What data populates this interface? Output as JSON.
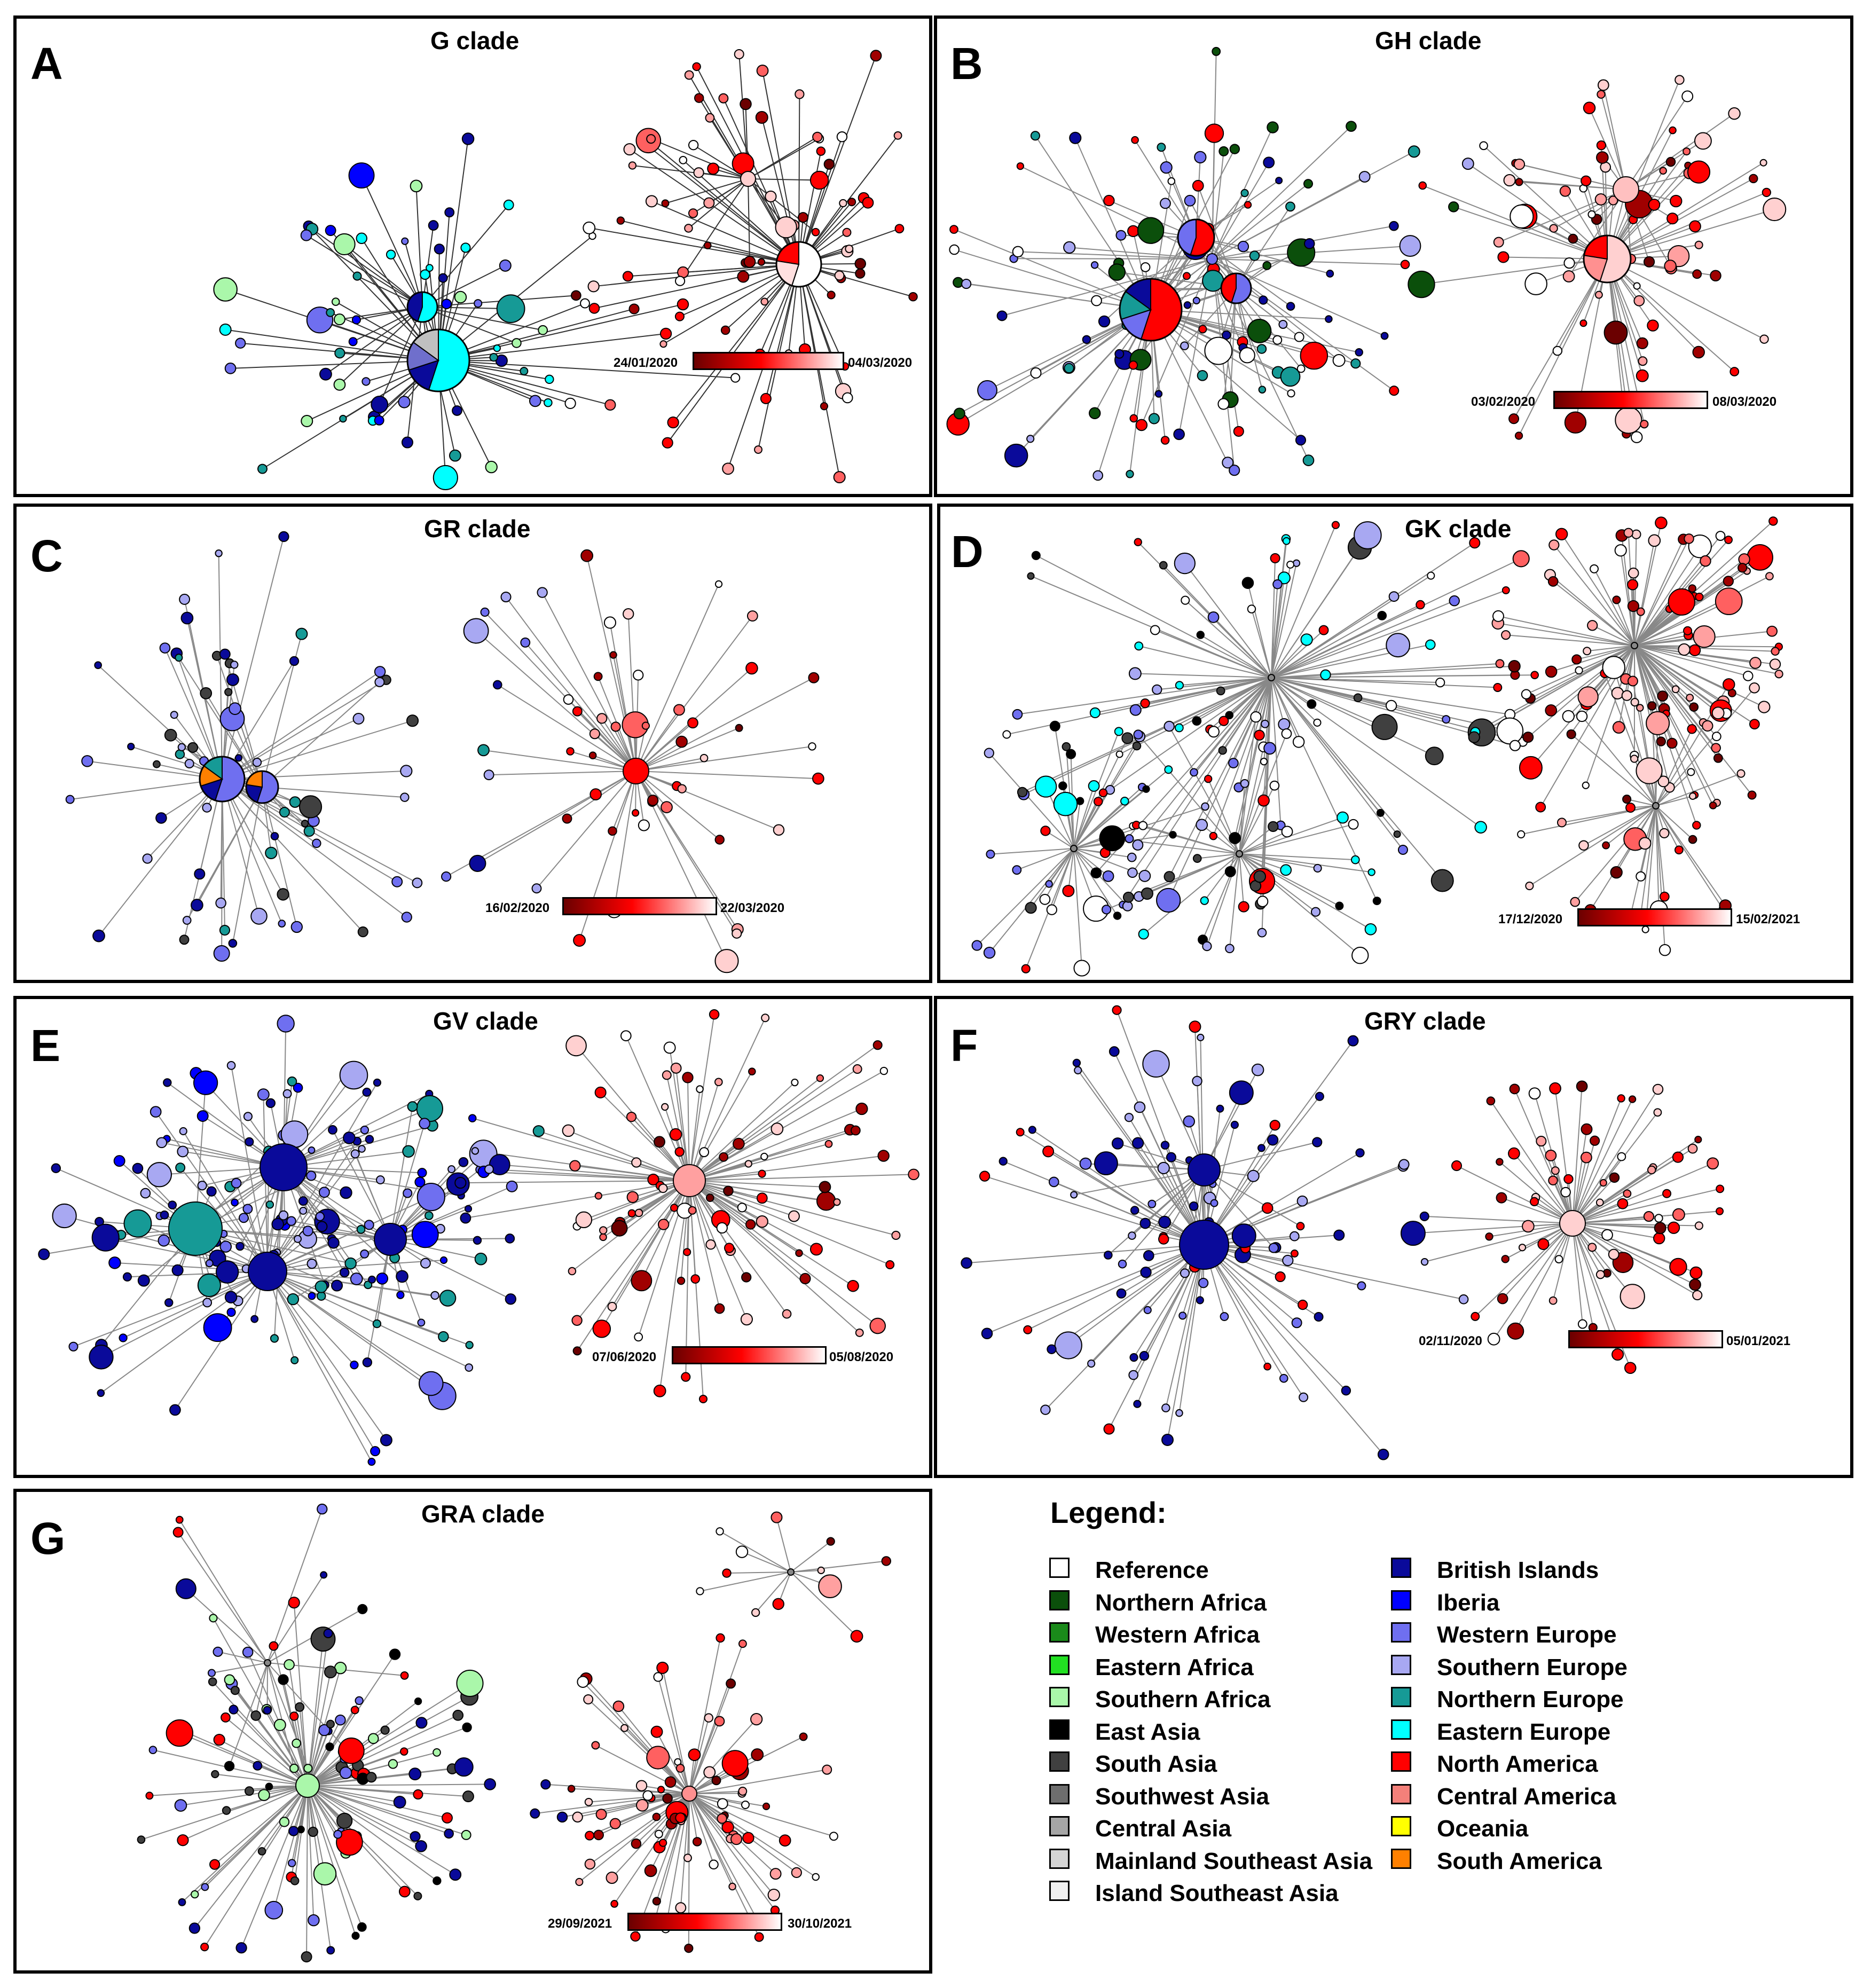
{
  "panels": [
    {
      "id": "A",
      "title": "G clade",
      "date_start": "24/01/2020",
      "date_end": "04/03/2020"
    },
    {
      "id": "B",
      "title": "GH clade",
      "date_start": "03/02/2020",
      "date_end": "08/03/2020"
    },
    {
      "id": "C",
      "title": "GR clade",
      "date_start": "16/02/2020",
      "date_end": "22/03/2020"
    },
    {
      "id": "D",
      "title": "GK clade",
      "date_start": "17/12/2020",
      "date_end": "15/02/2021"
    },
    {
      "id": "E",
      "title": "GV clade",
      "date_start": "07/06/2020",
      "date_end": "05/08/2020"
    },
    {
      "id": "F",
      "title": "GRY clade",
      "date_start": "02/11/2020",
      "date_end": "05/01/2021"
    },
    {
      "id": "G",
      "title": "GRA clade",
      "date_start": "29/09/2021",
      "date_end": "30/10/2021"
    }
  ],
  "time_gradient": {
    "dark": "#6b0000",
    "mid": "#ff0000",
    "light": "#ffffff"
  },
  "legend": {
    "title": "Legend:",
    "left_items": [
      {
        "label": "Reference",
        "color": "#ffffff"
      },
      {
        "label": "Northern Africa",
        "color": "#0b4f0b"
      },
      {
        "label": "Western Africa",
        "color": "#1a8a1a"
      },
      {
        "label": "Eastern Africa",
        "color": "#22e022"
      },
      {
        "label": "Southern Africa",
        "color": "#aaf7aa"
      },
      {
        "label": "East Asia",
        "color": "#000000"
      },
      {
        "label": "South Asia",
        "color": "#404040"
      },
      {
        "label": "Southwest Asia",
        "color": "#6e6e6e"
      },
      {
        "label": "Central Asia",
        "color": "#a6a6a6"
      },
      {
        "label": "Mainland Southeast Asia",
        "color": "#d4d4d4"
      },
      {
        "label": "Island Southeast Asia",
        "color": "#f0f0f0"
      }
    ],
    "right_items": [
      {
        "label": "British Islands",
        "color": "#0a0a9a"
      },
      {
        "label": "Iberia",
        "color": "#0000ff"
      },
      {
        "label": "Western Europe",
        "color": "#6f6ff0"
      },
      {
        "label": "Southern Europe",
        "color": "#a8a8f2"
      },
      {
        "label": "Northern Europe",
        "color": "#169a96"
      },
      {
        "label": "Eastern Europe",
        "color": "#00ffff"
      },
      {
        "label": "North America",
        "color": "#ff0000"
      },
      {
        "label": "Central America",
        "color": "#f4807a"
      },
      {
        "label": "Oceania",
        "color": "#ffff00"
      },
      {
        "label": "South America",
        "color": "#ff8000"
      }
    ]
  }
}
